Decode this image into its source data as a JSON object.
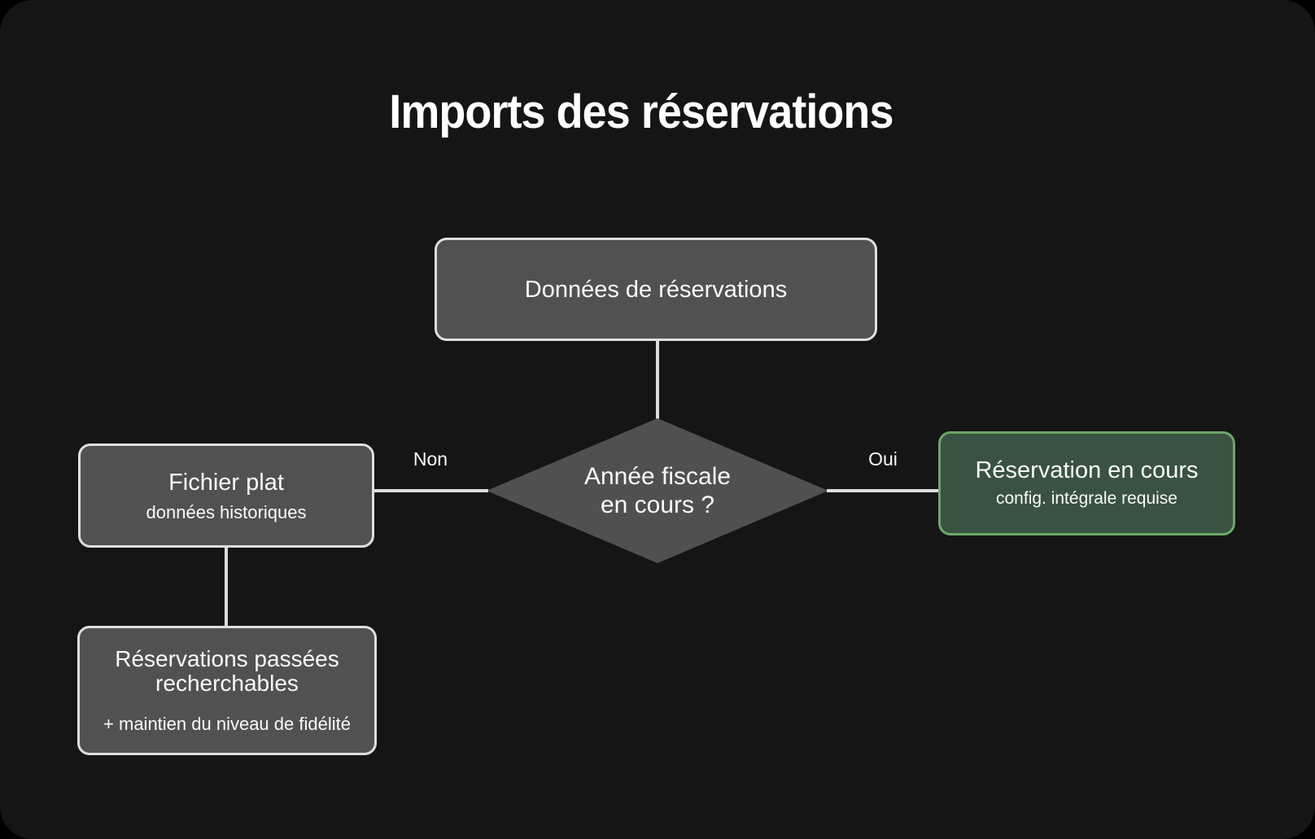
{
  "title": "Imports des réservations",
  "colors": {
    "background": "#000000",
    "card": "#151515",
    "node_fill": "#515151",
    "node_border": "#dedede",
    "diamond_fill": "#505050",
    "accent_fill": "#3a5241",
    "accent_border": "#6aa868",
    "line": "#dcdcdc",
    "text": "#fafafa"
  },
  "nodes": {
    "source": {
      "label": "Données de réservations"
    },
    "decision": {
      "lines": [
        "Année fiscale",
        "en cours ?"
      ]
    },
    "flat_file": {
      "title": "Fichier plat",
      "subtitle": "données historiques"
    },
    "current_booking": {
      "title": "Réservation en cours",
      "subtitle": "config. intégrale requise"
    },
    "past_bookings": {
      "title_lines": [
        "Réservations passées",
        "recherchables"
      ],
      "subtitle": "+ maintien du niveau de fidélité"
    }
  },
  "edges": {
    "no": {
      "label": "Non"
    },
    "yes": {
      "label": "Oui"
    }
  }
}
